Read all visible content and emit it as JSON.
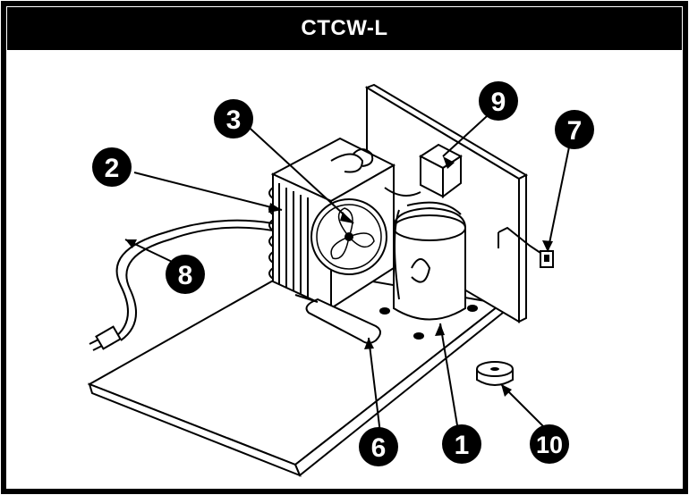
{
  "title": "CTCW-L",
  "callouts": [
    {
      "id": "1",
      "label": "1"
    },
    {
      "id": "2",
      "label": "2"
    },
    {
      "id": "3",
      "label": "3"
    },
    {
      "id": "6",
      "label": "6"
    },
    {
      "id": "7",
      "label": "7"
    },
    {
      "id": "8",
      "label": "8"
    },
    {
      "id": "9",
      "label": "9"
    },
    {
      "id": "10",
      "label": "10"
    }
  ]
}
